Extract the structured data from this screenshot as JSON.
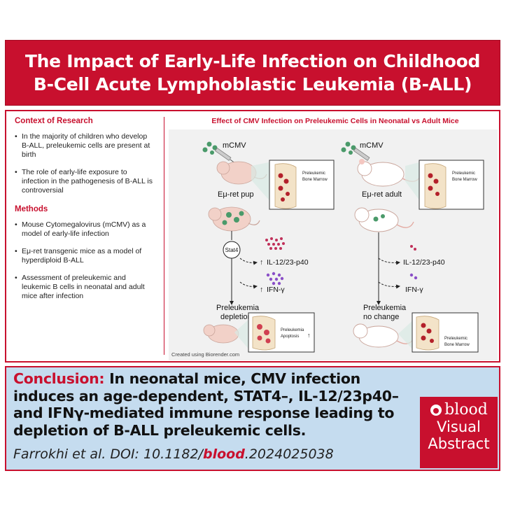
{
  "title": "The Impact of Early-Life Infection on Childhood B-Cell Acute Lymphoblastic Leukemia (B-ALL)",
  "context": {
    "heading": "Context of Research",
    "bullets": [
      "In the majority of children who develop B-ALL, preleukemic cells are present at birth",
      " The role of early-life exposure to infection in the pathogenesis of B-ALL is controversial"
    ]
  },
  "methods": {
    "heading": "Methods",
    "bullets": [
      "Mouse Cytomegalovirus (mCMV) as a model of early-life infection",
      "Eμ-ret transgenic mice as a model of hyperdiploid B-ALL",
      "Assessment of preleukemic and leukemic B cells in neonatal and adult mice after infection"
    ]
  },
  "figure": {
    "title": "Effect of CMV Infection on Preleukemic Cells in Neonatal vs Adult Mice",
    "credit": "Created using Biorender.com",
    "left": {
      "virus": "mCMV",
      "mouse": "Eμ-ret pup",
      "marrow": "Preleukemic Bone Marrow",
      "node": "Stat4",
      "cytokine1": "IL-12/23-p40",
      "cytokine2": "IFN-γ",
      "outcome_line1": "Preleukemia",
      "outcome_line2": "depletion",
      "apoptosis_line1": "Preleukemia",
      "apoptosis_line2": "Apoptosis"
    },
    "right": {
      "virus": "mCMV",
      "mouse": "Eμ-ret adult",
      "marrow": "Preleukemic Bone Marrow",
      "cytokine1": "IL-12/23-p40",
      "cytokine2": "IFN-γ",
      "outcome_line1": "Preleukemia",
      "outcome_line2": "no change",
      "marrow_bottom": "Preleukemic Bone Marrow"
    }
  },
  "conclusion": {
    "lead": "Conclusion:",
    "text": " In neonatal mice, CMV infection induces an age-dependent, STAT4–, IL-12/23p40– and IFNγ-mediated immune response leading to depletion of B-ALL preleukemic cells."
  },
  "citation": {
    "prefix": "Farrokhi et al. DOI: 10.1182/",
    "journal": "blood",
    "suffix": ".2024025038"
  },
  "badge": {
    "logo": "blood",
    "line1": "Visual",
    "line2": "Abstract"
  },
  "colors": {
    "brand_red": "#c8102e",
    "conclusion_bg": "#c5dcef",
    "diagram_bg": "#f1f1f1"
  }
}
